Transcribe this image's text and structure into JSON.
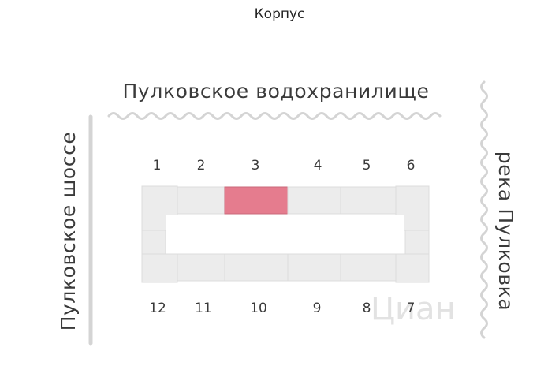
{
  "header": {
    "title": "Корпус"
  },
  "scheme": {
    "reservoir_label": "Пулковское водохранилище",
    "road_label": "Пулковское шоссе",
    "river_label": "река Пулковка",
    "watermark": "Циан",
    "selected_section": "3",
    "top_numbers": [
      "1",
      "2",
      "3",
      "4",
      "5",
      "6"
    ],
    "bottom_numbers": [
      "12",
      "11",
      "10",
      "9",
      "8",
      "7"
    ]
  },
  "colors": {
    "selected": "#e57c8e",
    "section": "#ececec",
    "decor": "#d4d4d4"
  }
}
